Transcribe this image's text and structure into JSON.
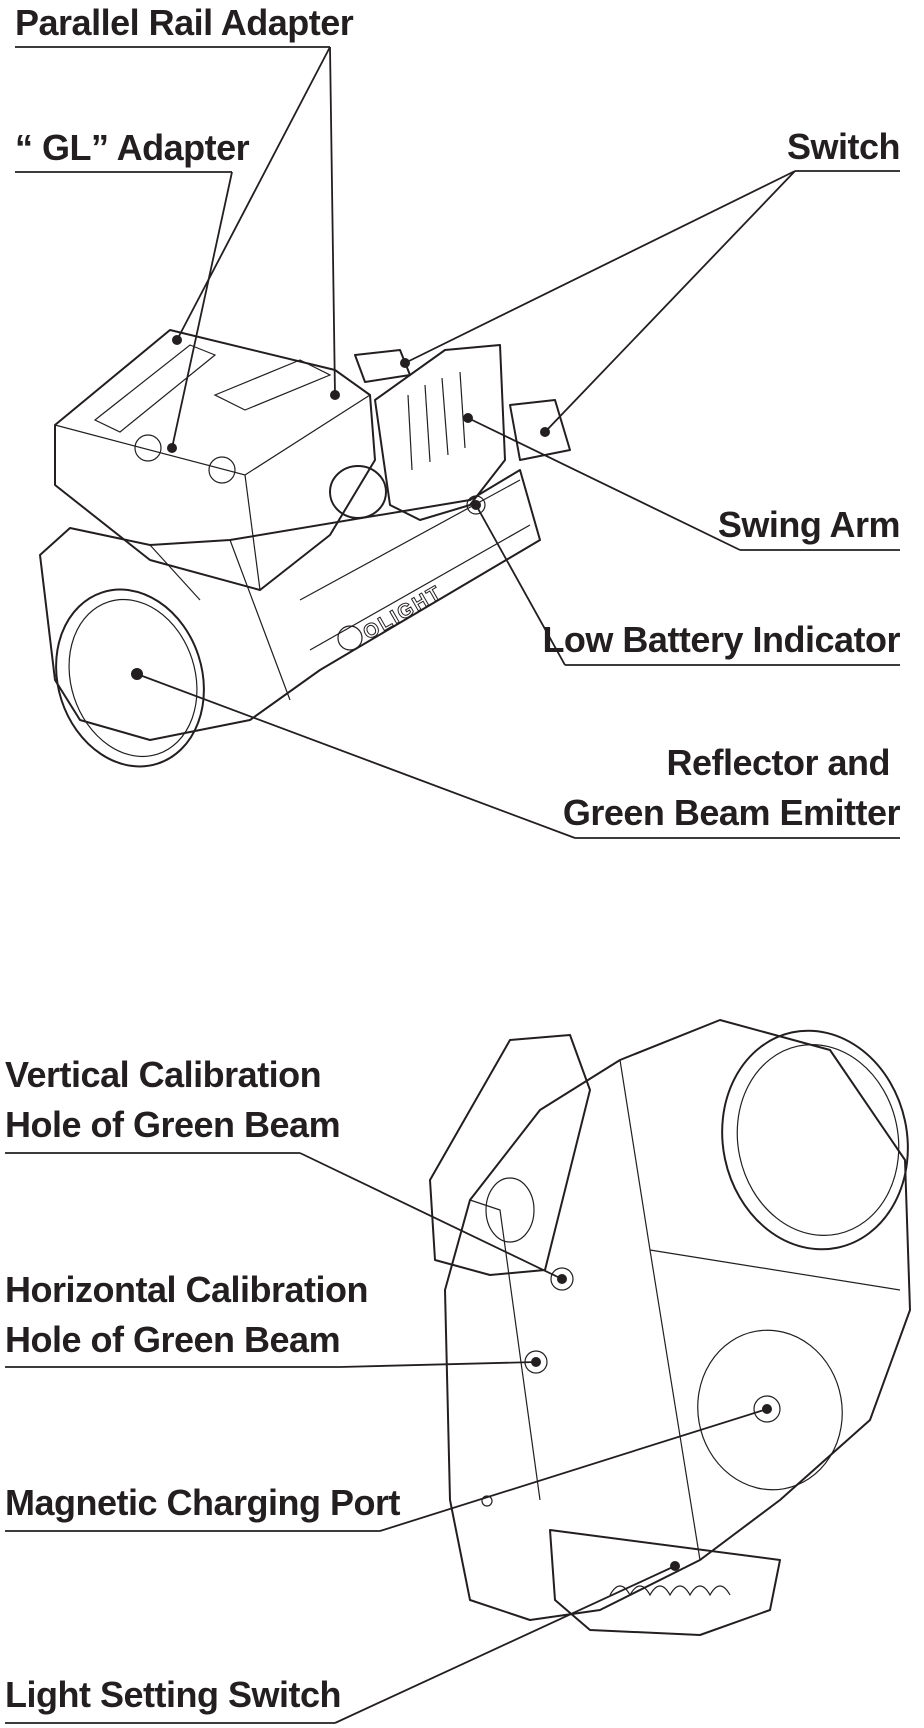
{
  "labels": {
    "parallel_rail_adapter": "Parallel Rail Adapter",
    "gl_adapter": "“ GL” Adapter",
    "switch": "Switch",
    "swing_arm": "Swing Arm",
    "low_battery_indicator": "Low Battery Indicator",
    "reflector_line1": "Reflector and",
    "reflector_line2": "Green Beam Emitter",
    "vertical_line1": "Vertical Calibration",
    "vertical_line2": "Hole of Green Beam",
    "horizontal_line1": "Horizontal Calibration",
    "horizontal_line2": "Hole of Green Beam",
    "magnetic_charging_port": "Magnetic Charging Port",
    "light_setting_switch": "Light Setting Switch"
  },
  "brand_mark": "OLIGHT",
  "colors": {
    "ink": "#231f20",
    "background": "#ffffff"
  }
}
